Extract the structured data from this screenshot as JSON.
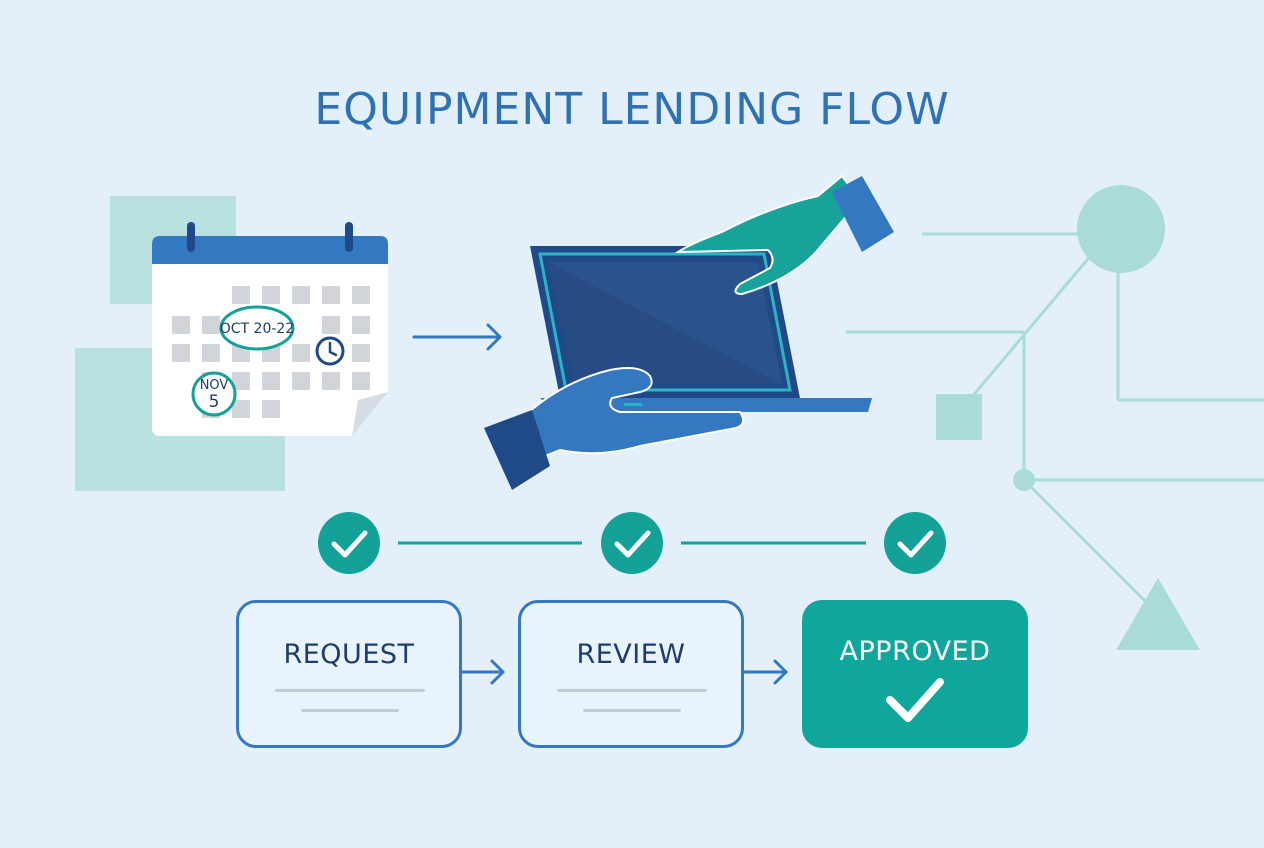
{
  "title": "EQUIPMENT LENDING FLOW",
  "calendar": {
    "range_label": "OCT 20-22",
    "date_month": "NOV",
    "date_day": "5"
  },
  "steps": [
    {
      "label": "REQUEST",
      "status": "done"
    },
    {
      "label": "REVIEW",
      "status": "done"
    },
    {
      "label": "APPROVED",
      "status": "done"
    }
  ],
  "colors": {
    "background": "#e3f0fa",
    "primary_blue": "#3378c0",
    "navy": "#1f4a87",
    "teal": "#0fa79b",
    "mint": "#a9dcd6",
    "text_dark": "#1f3d6b"
  },
  "icons": [
    "calendar-icon",
    "clock-icon",
    "laptop-icon",
    "hand-icon",
    "check-icon",
    "arrow-right-icon"
  ]
}
